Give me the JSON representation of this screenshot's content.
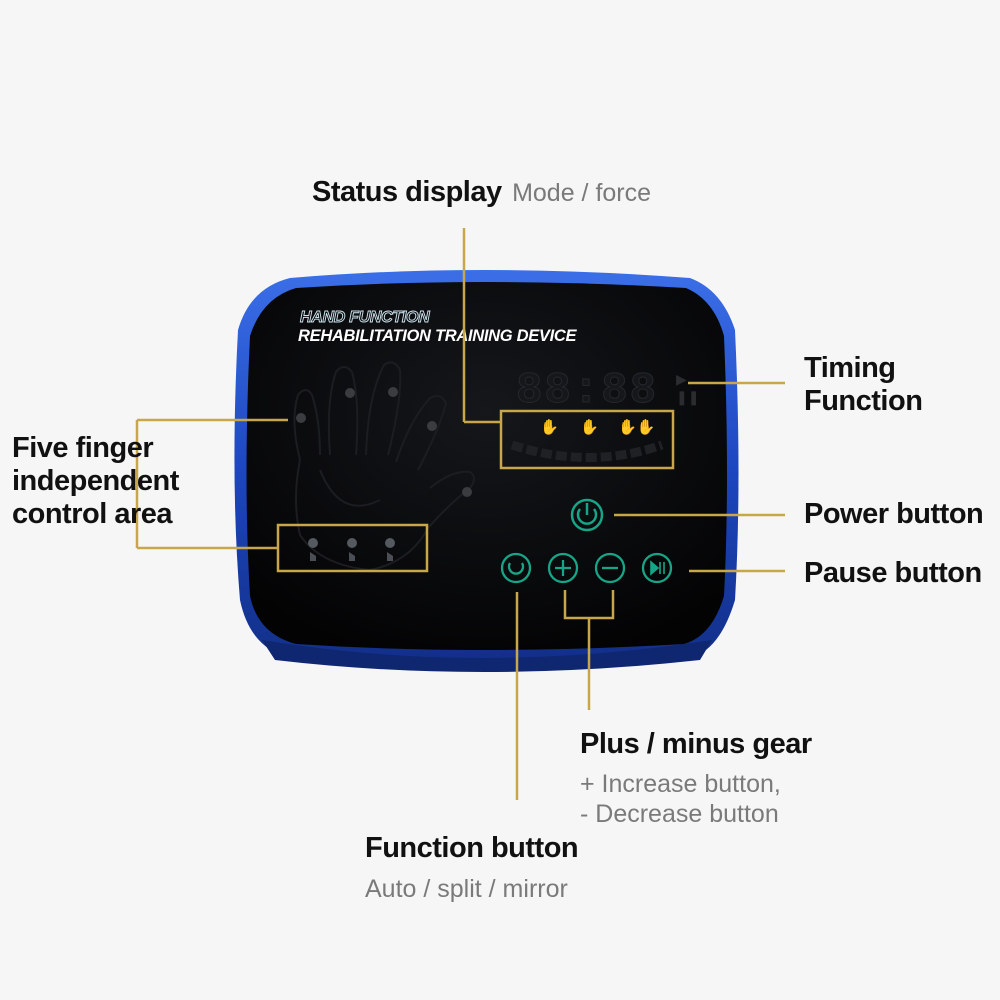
{
  "device": {
    "title_line1": "HAND FUNCTION",
    "title_line2": "REHABILITATION TRAINING DEVICE",
    "timer_digits": "88:88",
    "colors": {
      "frame": "#1f4fc6",
      "frame_dark": "#13308a",
      "panel": "#050608",
      "accent": "#c8a64a",
      "icon": "#17a487"
    }
  },
  "callouts": {
    "status_display": {
      "title": "Status display",
      "sub": "Mode / force"
    },
    "timing": {
      "title_line1": "Timing",
      "title_line2": "Function"
    },
    "five_finger": {
      "line1": "Five finger",
      "line2": "independent",
      "line3": "control area"
    },
    "power": {
      "title": "Power button"
    },
    "pause": {
      "title": "Pause button"
    },
    "plus_minus": {
      "title": "Plus / minus gear",
      "sub_line1": "+ Increase button,",
      "sub_line2": "- Decrease button"
    },
    "function": {
      "title": "Function button",
      "sub": "Auto / split / mirror"
    }
  },
  "icons": [
    "power-icon",
    "pause-play-icon",
    "function-icon",
    "plus-icon",
    "minus-icon",
    "finger-touch-icon"
  ]
}
